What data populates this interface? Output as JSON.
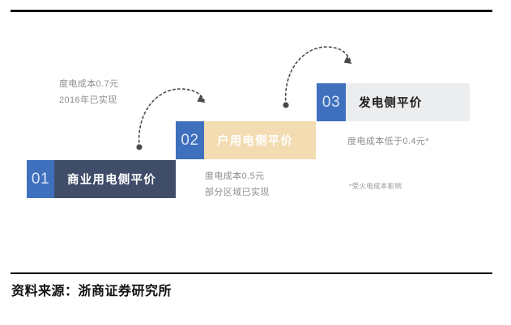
{
  "figure": {
    "steps": [
      {
        "number": "01",
        "label": "商业用电侧平价",
        "num_bg": "#3f70bd",
        "bar_bg": "#404d69",
        "label_color": "#ffffff"
      },
      {
        "number": "02",
        "label": "户用电侧平价",
        "num_bg": "#3f70bd",
        "bar_bg": "#f3dcb2",
        "label_color": "#ffffff"
      },
      {
        "number": "03",
        "label": "发电侧平价",
        "num_bg": "#3f70bd",
        "bar_bg": "#ebedef",
        "label_color": "#1a1a1a"
      }
    ],
    "annotations": [
      {
        "line1": "度电成本0.7元",
        "line2": "2016年已实现"
      },
      {
        "line1": "度电成本0.5元",
        "line2": "部分区域已实现"
      },
      {
        "line1": "度电成本低于0.4元*",
        "line2": ""
      }
    ],
    "footnote": "*受火电成本影响",
    "arrow_icon_names": [
      "dotted-curved-arrow-1",
      "dotted-curved-arrow-2"
    ],
    "accent_color": "#3f70bd",
    "annotation_color": "#8d8d8d"
  },
  "source": {
    "text": "资料来源：浙商证券研究所"
  }
}
